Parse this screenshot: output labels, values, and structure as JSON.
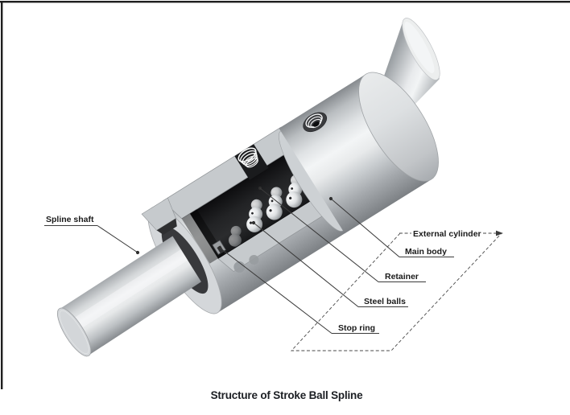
{
  "figure": {
    "caption": "Structure of Stroke Ball Spline",
    "parts": [
      {
        "id": "spline-shaft",
        "label": "Spline shaft"
      },
      {
        "id": "external-cylinder",
        "label": "External cylinder"
      },
      {
        "id": "main-body",
        "label": "Main body"
      },
      {
        "id": "retainer",
        "label": "Retainer"
      },
      {
        "id": "steel-balls",
        "label": "Steel balls"
      },
      {
        "id": "stop-ring",
        "label": "Stop ring"
      }
    ],
    "colors": {
      "metal_highlight": "#f3f5f6",
      "metal_shadow": "#7c8084",
      "cut_face": "#c6cacd",
      "sleeve_black": "#1a1b1d",
      "leader_line": "#3b3b3b",
      "label_text": "#1a1a1a",
      "caption_text": "#1c1f24",
      "page_border": "#1f1f1f"
    }
  }
}
